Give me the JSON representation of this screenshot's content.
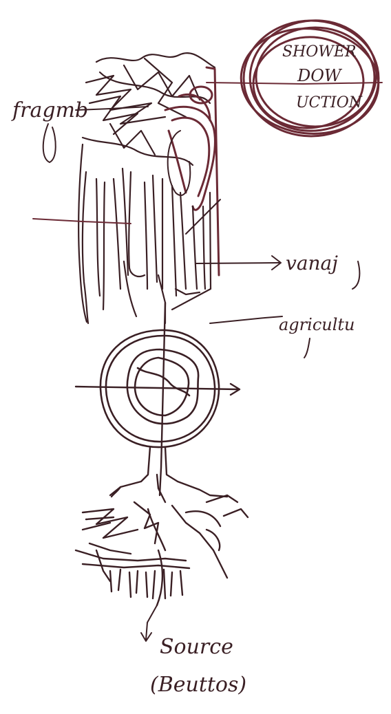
{
  "labels": {
    "top_circle_line1": "SHOWER",
    "top_circle_line2": "DOW",
    "top_circle_line3": "UCTION",
    "fragments": "fragmb",
    "vanaj": "vanaj",
    "agricultu": "agricultu",
    "source_line1": "Source",
    "source_line2": "(Beuttos)"
  },
  "colors": {
    "ink": "#3a1f24",
    "ink_burgundy": "#6b2a35",
    "paper": "#ffffff"
  }
}
